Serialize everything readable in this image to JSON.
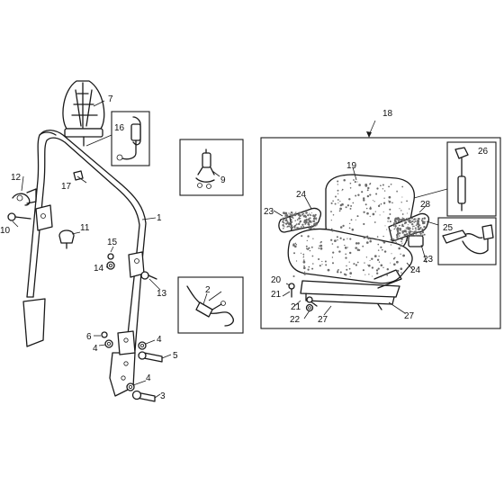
{
  "labels": {
    "p1": "1",
    "p2": "2",
    "p3": "3",
    "p4a": "4",
    "p4b": "4",
    "p4c": "4",
    "p5": "5",
    "p6": "6",
    "p7": "7",
    "p9": "9",
    "p10": "10",
    "p11": "11",
    "p12": "12",
    "p13": "13",
    "p14": "14",
    "p15": "15",
    "p16": "16",
    "p17": "17",
    "p18": "18",
    "p19": "19",
    "p20": "20",
    "p21a": "21",
    "p21b": "21",
    "p22": "22",
    "p23a": "23",
    "p23b": "23",
    "p24a": "24",
    "p24b": "24",
    "p25": "25",
    "p26": "26",
    "p27a": "27",
    "p27b": "27",
    "p28": "28"
  }
}
